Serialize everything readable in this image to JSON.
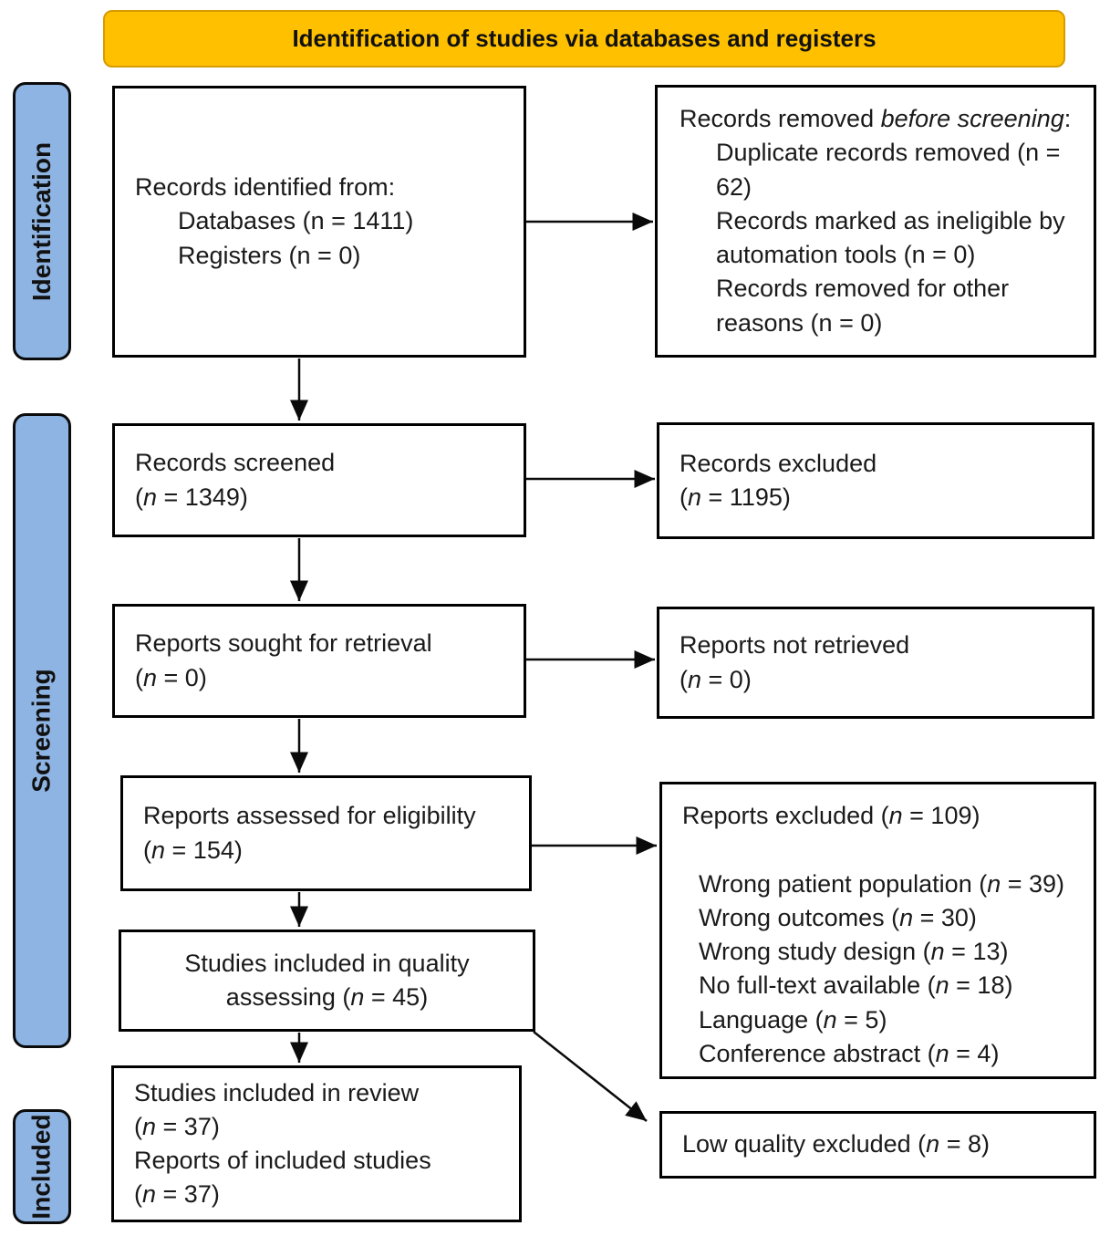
{
  "colors": {
    "header_bg": "#FFC000",
    "header_border": "#D79B00",
    "sidebar_bg": "#8EB4E3",
    "box_border": "#000000",
    "text": "#1a1a1a"
  },
  "header": {
    "title": "Identification of studies via databases and registers"
  },
  "sidebar": {
    "identification": "Identification",
    "screening": "Screening",
    "included": "Included"
  },
  "boxes": {
    "records_identified": {
      "lines": [
        {
          "indent": 0,
          "segments": [
            {
              "t": "Records identified from:"
            }
          ]
        },
        {
          "indent": 1,
          "segments": [
            {
              "t": "Databases (n = 1411)"
            }
          ]
        },
        {
          "indent": 1,
          "segments": [
            {
              "t": "Registers (n = 0)"
            }
          ]
        }
      ]
    },
    "records_removed": {
      "lines": [
        {
          "indent": 0,
          "segments": [
            {
              "t": "Records removed "
            },
            {
              "t": "before screening",
              "i": true
            },
            {
              "t": ":"
            }
          ]
        },
        {
          "indent": 1,
          "segments": [
            {
              "t": "Duplicate records removed (n = 62)"
            }
          ]
        },
        {
          "indent": 1,
          "segments": [
            {
              "t": "Records marked as ineligible by automation tools (n = 0)"
            }
          ]
        },
        {
          "indent": 1,
          "segments": [
            {
              "t": "Records removed for other reasons (n = 0)"
            }
          ]
        }
      ]
    },
    "records_screened": {
      "lines": [
        {
          "indent": 0,
          "segments": [
            {
              "t": "Records screened"
            }
          ]
        },
        {
          "indent": 0,
          "segments": [
            {
              "t": "("
            },
            {
              "t": "n",
              "i": true
            },
            {
              "t": " = 1349)"
            }
          ]
        }
      ]
    },
    "records_excluded": {
      "lines": [
        {
          "indent": 0,
          "segments": [
            {
              "t": "Records excluded"
            }
          ]
        },
        {
          "indent": 0,
          "segments": [
            {
              "t": "("
            },
            {
              "t": "n",
              "i": true
            },
            {
              "t": " = 1195)"
            }
          ]
        }
      ]
    },
    "reports_sought": {
      "lines": [
        {
          "indent": 0,
          "segments": [
            {
              "t": "Reports sought for retrieval"
            }
          ]
        },
        {
          "indent": 0,
          "segments": [
            {
              "t": "("
            },
            {
              "t": "n",
              "i": true
            },
            {
              "t": " = 0)"
            }
          ]
        }
      ]
    },
    "reports_not_retrieved": {
      "lines": [
        {
          "indent": 0,
          "segments": [
            {
              "t": "Reports not retrieved"
            }
          ]
        },
        {
          "indent": 0,
          "segments": [
            {
              "t": "("
            },
            {
              "t": "n",
              "i": true
            },
            {
              "t": " = 0)"
            }
          ]
        }
      ]
    },
    "reports_assessed": {
      "lines": [
        {
          "indent": 0,
          "segments": [
            {
              "t": "Reports assessed for eligibility"
            }
          ]
        },
        {
          "indent": 0,
          "segments": [
            {
              "t": "("
            },
            {
              "t": "n",
              "i": true
            },
            {
              "t": " = 154)"
            }
          ]
        }
      ]
    },
    "reports_excluded": {
      "lines": [
        {
          "indent": 0,
          "segments": [
            {
              "t": "Reports excluded ("
            },
            {
              "t": "n",
              "i": true
            },
            {
              "t": " = 109)"
            }
          ]
        },
        {
          "indent": 1,
          "segments": [
            {
              "t": ""
            }
          ]
        },
        {
          "indent": 1,
          "segments": [
            {
              "t": "Wrong patient population ("
            },
            {
              "t": "n",
              "i": true
            },
            {
              "t": " = 39)"
            }
          ]
        },
        {
          "indent": 1,
          "segments": [
            {
              "t": "Wrong outcomes ("
            },
            {
              "t": "n",
              "i": true
            },
            {
              "t": " = 30)"
            }
          ]
        },
        {
          "indent": 1,
          "segments": [
            {
              "t": "Wrong study design ("
            },
            {
              "t": "n",
              "i": true
            },
            {
              "t": " = 13)"
            }
          ]
        },
        {
          "indent": 1,
          "segments": [
            {
              "t": "No full-text available ("
            },
            {
              "t": "n",
              "i": true
            },
            {
              "t": " = 18)"
            }
          ]
        },
        {
          "indent": 1,
          "segments": [
            {
              "t": "Language ("
            },
            {
              "t": "n",
              "i": true
            },
            {
              "t": " = 5)"
            }
          ]
        },
        {
          "indent": 1,
          "segments": [
            {
              "t": "Conference abstract ("
            },
            {
              "t": "n",
              "i": true
            },
            {
              "t": " = 4)"
            }
          ]
        }
      ]
    },
    "quality_assessing": {
      "lines": [
        {
          "indent": 0,
          "segments": [
            {
              "t": "Studies included in quality"
            }
          ]
        },
        {
          "indent": 0,
          "segments": [
            {
              "t": "assessing ("
            },
            {
              "t": "n",
              "i": true
            },
            {
              "t": " = 45)"
            }
          ]
        }
      ]
    },
    "included_review": {
      "lines": [
        {
          "indent": 0,
          "segments": [
            {
              "t": "Studies included in review"
            }
          ]
        },
        {
          "indent": 0,
          "segments": [
            {
              "t": "("
            },
            {
              "t": "n",
              "i": true
            },
            {
              "t": " = 37)"
            }
          ]
        },
        {
          "indent": 0,
          "segments": [
            {
              "t": "Reports of included studies"
            }
          ]
        },
        {
          "indent": 0,
          "segments": [
            {
              "t": "("
            },
            {
              "t": "n",
              "i": true
            },
            {
              "t": " = 37)"
            }
          ]
        }
      ]
    },
    "low_quality": {
      "lines": [
        {
          "indent": 0,
          "segments": [
            {
              "t": "Low quality excluded ("
            },
            {
              "t": "n",
              "i": true
            },
            {
              "t": " = 8)"
            }
          ]
        }
      ]
    }
  }
}
